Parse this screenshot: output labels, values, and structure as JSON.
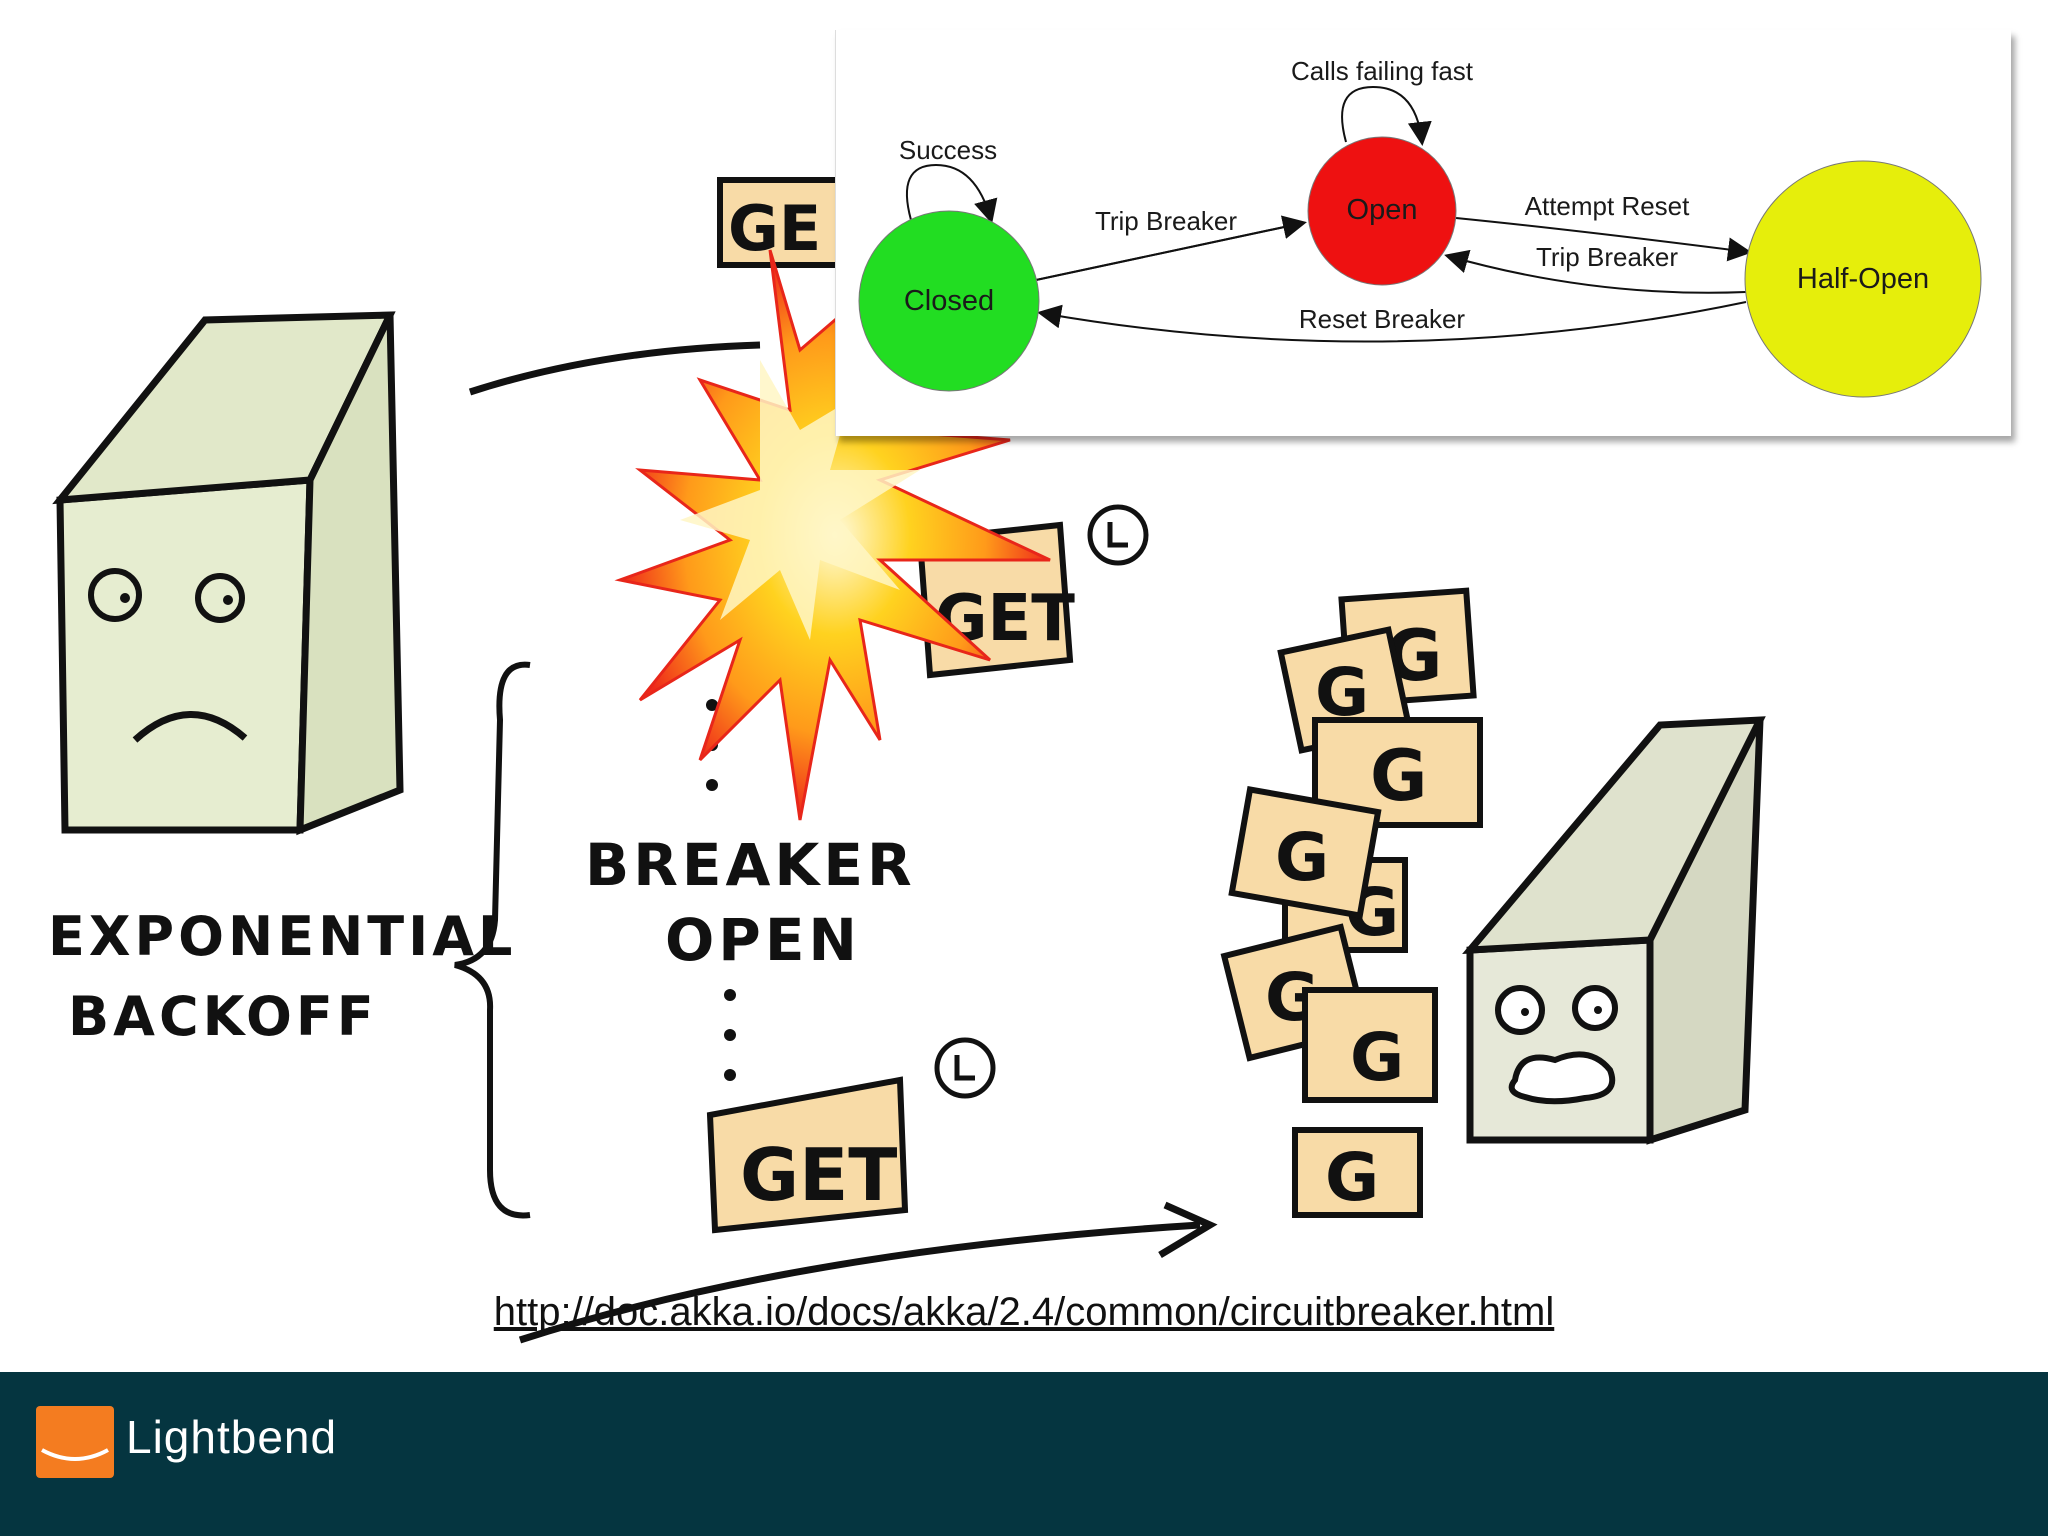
{
  "diagram": {
    "states": {
      "closed": {
        "label": "Closed",
        "color": "#22dd22"
      },
      "open": {
        "label": "Open",
        "color": "#ee1111"
      },
      "half_open": {
        "label": "Half-Open",
        "color": "#e6ee0b"
      }
    },
    "transitions": {
      "success": "Success",
      "calls_failing_fast": "Calls failing fast",
      "trip_breaker_closed_open": "Trip Breaker",
      "attempt_reset": "Attempt Reset",
      "trip_breaker_half_open_open": "Trip Breaker",
      "reset_breaker": "Reset Breaker"
    }
  },
  "sketch": {
    "exponential": "EXPONENTIAL",
    "backoff": "BACKOFF",
    "breaker": "BREAKER",
    "open": "OPEN",
    "get_top": "GE",
    "get_mid": "GET",
    "get_bottom": "GET",
    "g_label": "G"
  },
  "link": {
    "url": "http://doc.akka.io/docs/akka/2.4/common/circuitbreaker.html"
  },
  "footer": {
    "brand": "Lightbend",
    "brand_color": "#f47c20",
    "background": "#053540"
  }
}
